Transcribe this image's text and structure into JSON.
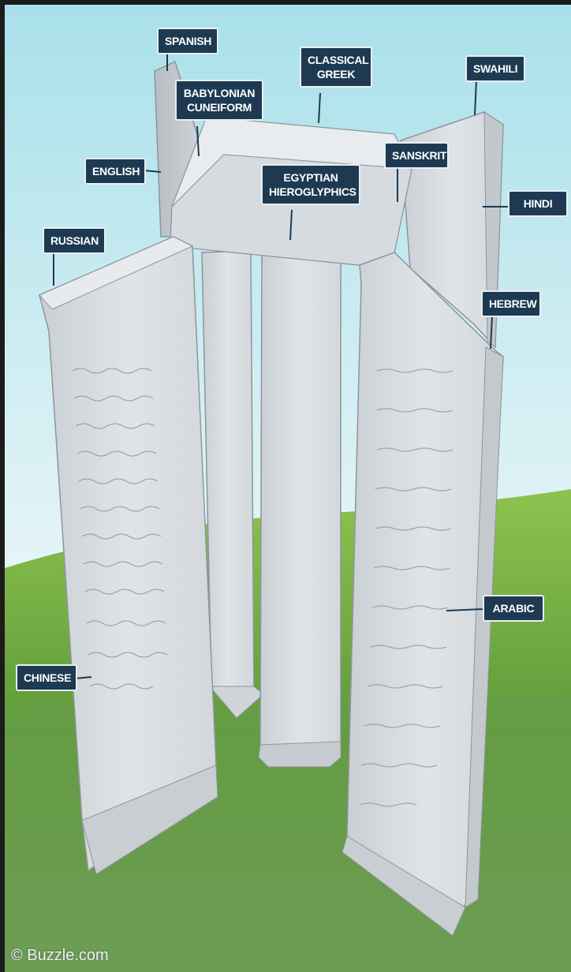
{
  "labels": {
    "spanish": "SPANISH",
    "classical_greek": "CLASSICAL GREEK",
    "swahili": "SWAHILI",
    "babylonian_cuneiform": "BABYLONIAN CUNEIFORM",
    "english": "ENGLISH",
    "sanskrit": "SANSKRIT",
    "egyptian_hieroglyphics": "EGYPTIAN HIEROGLYPHICS",
    "hindi": "HINDI",
    "russian": "RUSSIAN",
    "hebrew": "HEBREW",
    "arabic": "ARABIC",
    "chinese": "CHINESE"
  },
  "watermark": "© Buzzle.com",
  "colors": {
    "label_bg": "#1d3a52",
    "label_text": "#ffffff",
    "stone": "#d8dde1",
    "grass": "#5f9a3a",
    "sky": "#bfe6ee"
  }
}
